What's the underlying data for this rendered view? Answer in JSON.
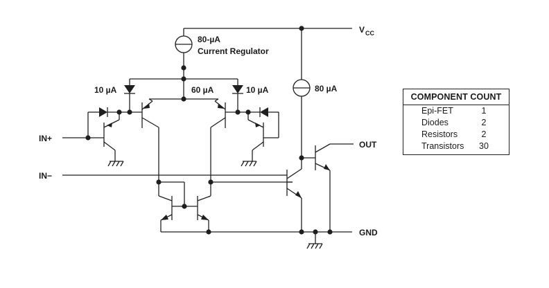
{
  "labels": {
    "vcc_main": "V",
    "vcc_sub": "CC",
    "regulator_value": "80-µA",
    "regulator_name": "Current Regulator",
    "left_source": "10 µA",
    "center_source": "60 µA",
    "right_source": "10 µA",
    "output_source": "80 µA",
    "in_plus": "IN+",
    "in_minus": "IN−",
    "out": "OUT",
    "gnd": "GND"
  },
  "component_count": {
    "title": "COMPONENT COUNT",
    "rows": [
      {
        "name": "Epi-FET",
        "value": "1"
      },
      {
        "name": "Diodes",
        "value": "2"
      },
      {
        "name": "Resistors",
        "value": "2"
      },
      {
        "name": "Transistors",
        "value": "30"
      }
    ]
  }
}
